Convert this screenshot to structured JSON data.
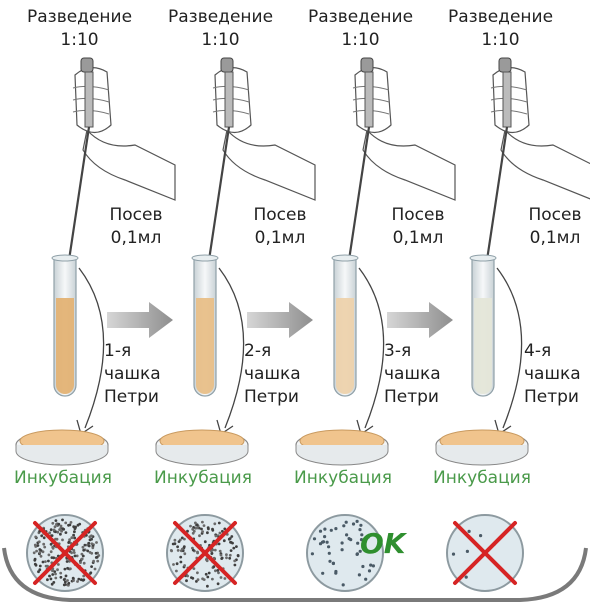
{
  "colors": {
    "medium_levels": [
      "#e3b274",
      "#e8bf88",
      "#edd2ac",
      "#e4e6d8"
    ],
    "agar": "#f0c48d",
    "incubation_text": "#4a9a4a",
    "cross": "#d62424",
    "ok_text": "#2f8f2f"
  },
  "columns": [
    {
      "dilution": "Разведение\n1:10",
      "seeding": "Посев\n0,1мл",
      "plate": "1-я\nчашка\nПетри",
      "incubation": "Инкубация",
      "result_icon": "overgrown-plate-crossed-icon"
    },
    {
      "dilution": "Разведение\n1:10",
      "seeding": "Посев\n0,1мл",
      "plate": "2-я\nчашка\nПетри",
      "incubation": "Инкубация",
      "result_icon": "overgrown-plate-crossed-icon"
    },
    {
      "dilution": "Разведение\n1:10",
      "seeding": "Посев\n0,1мл",
      "plate": "3-я\nчашка\nПетри",
      "incubation": "Инкубация",
      "result_icon": "countable-plate-icon",
      "result_label": "OK"
    },
    {
      "dilution": "Разведение\n1:10",
      "seeding": "Посев\n0,1мл",
      "plate": "4-я\nчашка\nПетри",
      "incubation": "Инкубация",
      "result_icon": "sparse-plate-crossed-icon"
    }
  ]
}
